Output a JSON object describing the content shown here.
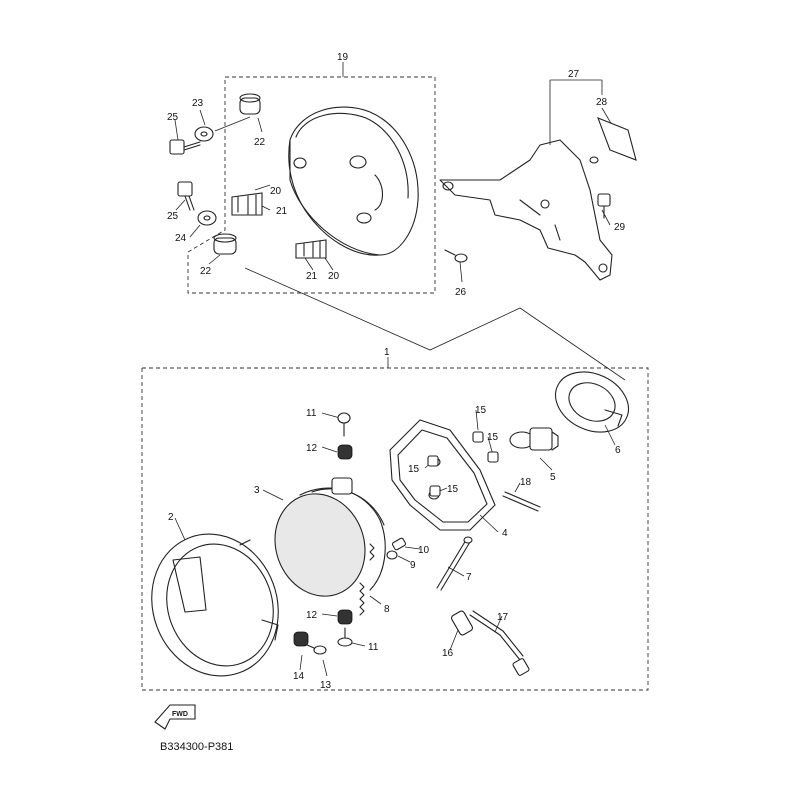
{
  "diagram": {
    "code": "B334300-P381",
    "fwd_label": "FWD",
    "callouts": [
      {
        "id": "c1",
        "label": "1"
      },
      {
        "id": "c2",
        "label": "2"
      },
      {
        "id": "c3",
        "label": "3"
      },
      {
        "id": "c4",
        "label": "4"
      },
      {
        "id": "c5",
        "label": "5"
      },
      {
        "id": "c6",
        "label": "6"
      },
      {
        "id": "c7",
        "label": "7"
      },
      {
        "id": "c8",
        "label": "8"
      },
      {
        "id": "c9",
        "label": "9"
      },
      {
        "id": "c10",
        "label": "10"
      },
      {
        "id": "c11a",
        "label": "11"
      },
      {
        "id": "c11b",
        "label": "11"
      },
      {
        "id": "c12a",
        "label": "12"
      },
      {
        "id": "c12b",
        "label": "12"
      },
      {
        "id": "c13",
        "label": "13"
      },
      {
        "id": "c14",
        "label": "14"
      },
      {
        "id": "c15a",
        "label": "15"
      },
      {
        "id": "c15b",
        "label": "15"
      },
      {
        "id": "c15c",
        "label": "15"
      },
      {
        "id": "c15d",
        "label": "15"
      },
      {
        "id": "c16",
        "label": "16"
      },
      {
        "id": "c17",
        "label": "17"
      },
      {
        "id": "c18",
        "label": "18"
      },
      {
        "id": "c19",
        "label": "19"
      },
      {
        "id": "c20a",
        "label": "20"
      },
      {
        "id": "c20b",
        "label": "20"
      },
      {
        "id": "c21a",
        "label": "21"
      },
      {
        "id": "c21b",
        "label": "21"
      },
      {
        "id": "c22a",
        "label": "22"
      },
      {
        "id": "c22b",
        "label": "22"
      },
      {
        "id": "c23",
        "label": "23"
      },
      {
        "id": "c24",
        "label": "24"
      },
      {
        "id": "c25a",
        "label": "25"
      },
      {
        "id": "c25b",
        "label": "25"
      },
      {
        "id": "c26",
        "label": "26"
      },
      {
        "id": "c27",
        "label": "27"
      },
      {
        "id": "c28",
        "label": "28"
      },
      {
        "id": "c29",
        "label": "29"
      }
    ]
  }
}
